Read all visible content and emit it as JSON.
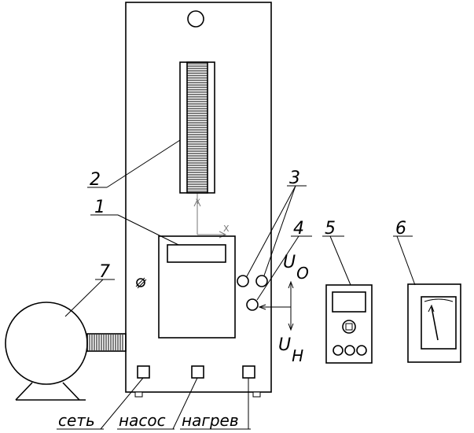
{
  "callouts": {
    "c1": "1",
    "c2": "2",
    "c3": "3",
    "c4": "4",
    "c5": "5",
    "c6": "6",
    "c7": "7"
  },
  "voltage_labels": {
    "upper": {
      "letter": "U",
      "subscript": "O"
    },
    "lower": {
      "letter": "U",
      "subscript": "H"
    }
  },
  "axis_labels": {
    "y": "Y",
    "x": "X"
  },
  "switch_labels": {
    "mains": "сеть",
    "pump": "насос",
    "heater": "нагрев"
  }
}
